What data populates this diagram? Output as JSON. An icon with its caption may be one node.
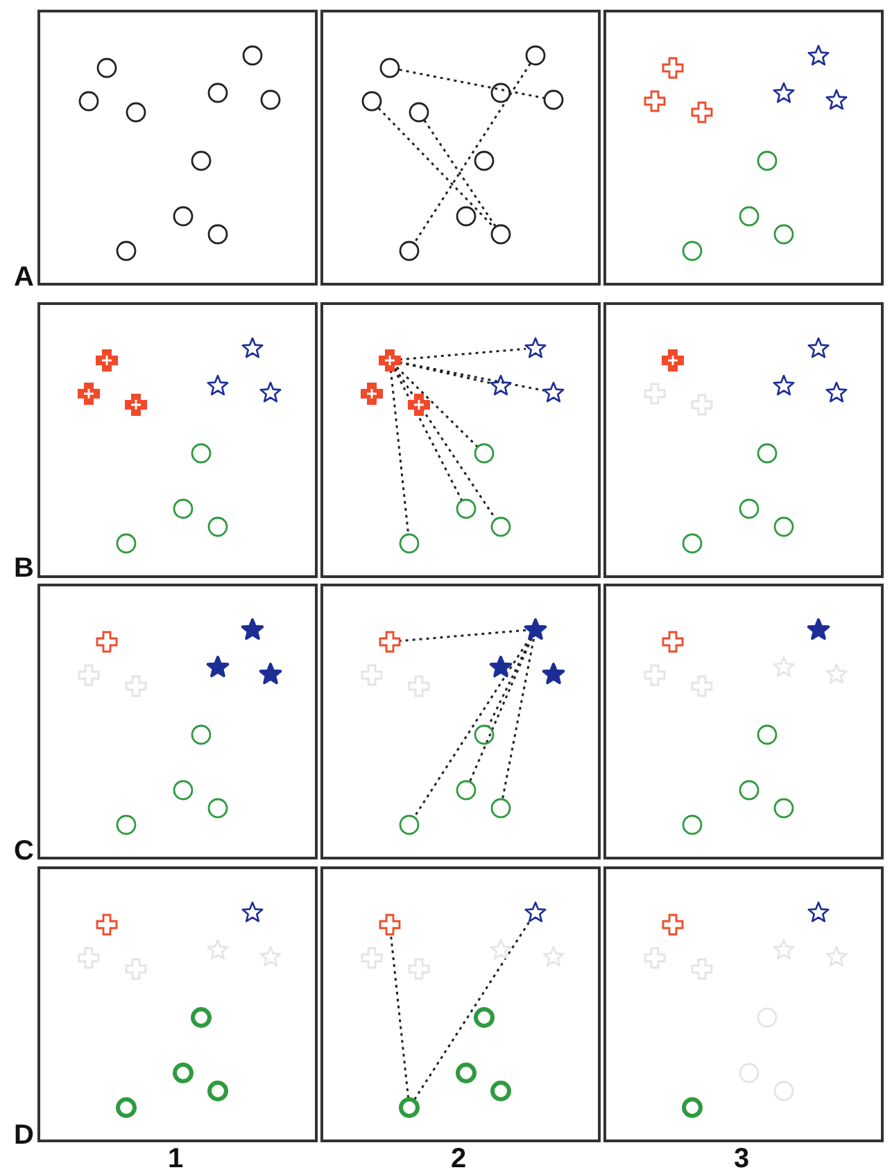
{
  "diagram": {
    "nodes": [
      {
        "text": [],
        "shape": "box"
      },
      {
        "text": [],
        "shape": "circle",
        "in": 0
      },
      {
        "text": [],
        "shape": "circle",
        "in": 0
      },
      {
        "text": [],
        "shape": "circle",
        "in": 0
      },
      {
        "text": [],
        "shape": "circle",
        "in": 0
      },
      {
        "text": [],
        "shape": "circle",
        "in": 0
      },
      {
        "text": [],
        "shape": "circle",
        "in": 0
      },
      {
        "text": [],
        "shape": "circle",
        "in": 0
      },
      {
        "text": [],
        "shape": "circle",
        "in": 0
      },
      {
        "text": [],
        "shape": "circle",
        "in": 0
      },
      {
        "text": [],
        "shape": "circle",
        "in": 0
      },
      {
        "text": [],
        "shape": "box"
      },
      {
        "text": [],
        "shape": "circle",
        "in": 11
      },
      {
        "text": [],
        "shape": "circle",
        "in": 11
      },
      {
        "text": [],
        "shape": "circle",
        "in": 11
      },
      {
        "text": [],
        "shape": "circle",
        "in": 11
      },
      {
        "text": [],
        "shape": "circle",
        "in": 11
      },
      {
        "text": [],
        "shape": "circle",
        "in": 11
      },
      {
        "text": [],
        "shape": "circle",
        "in": 11
      },
      {
        "text": [],
        "shape": "circle",
        "in": 11
      },
      {
        "text": [],
        "shape": "circle",
        "in": 11
      },
      {
        "text": [],
        "shape": "circle",
        "in": 11
      },
      {
        "text": [],
        "shape": "box"
      },
      {
        "text": [],
        "shape": "cross",
        "in": 22
      },
      {
        "text": [],
        "shape": "cross",
        "in": 22
      },
      {
        "text": [],
        "shape": "cross",
        "in": 22
      },
      {
        "text": [],
        "shape": "star",
        "in": 22
      },
      {
        "text": [],
        "shape": "star",
        "in": 22
      },
      {
        "text": [],
        "shape": "star",
        "in": 22
      },
      {
        "text": [],
        "shape": "circle",
        "in": 22
      },
      {
        "text": [],
        "shape": "circle",
        "in": 22
      },
      {
        "text": [],
        "shape": "circle",
        "in": 22
      },
      {
        "text": [],
        "shape": "circle",
        "in": 22
      },
      {
        "text": [],
        "shape": "box"
      },
      {
        "text": [],
        "shape": "cross",
        "in": 33
      },
      {
        "text": [],
        "shape": "cross",
        "in": 33
      },
      {
        "text": [],
        "shape": "cross",
        "in": 33
      },
      {
        "text": [],
        "shape": "star",
        "in": 33
      },
      {
        "text": [],
        "shape": "star",
        "in": 33
      },
      {
        "text": [],
        "shape": "star",
        "in": 33
      },
      {
        "text": [],
        "shape": "circle",
        "in": 33
      },
      {
        "text": [],
        "shape": "circle",
        "in": 33
      },
      {
        "text": [],
        "shape": "circle",
        "in": 33
      },
      {
        "text": [],
        "shape": "circle",
        "in": 33
      },
      {
        "text": [],
        "shape": "box"
      },
      {
        "text": [],
        "shape": "cross",
        "in": 44
      },
      {
        "text": [],
        "shape": "cross",
        "in": 44
      },
      {
        "text": [],
        "shape": "cross",
        "in": 44
      },
      {
        "text": [],
        "shape": "star",
        "in": 44
      },
      {
        "text": [],
        "shape": "star",
        "in": 44
      },
      {
        "text": [],
        "shape": "star",
        "in": 44
      },
      {
        "text": [],
        "shape": "circle",
        "in": 44
      },
      {
        "text": [],
        "shape": "circle",
        "in": 44
      },
      {
        "text": [],
        "shape": "circle",
        "in": 44
      },
      {
        "text": [],
        "shape": "circle",
        "in": 44
      },
      {
        "text": [],
        "shape": "box"
      },
      {
        "text": [],
        "shape": "cross",
        "in": 55
      },
      {
        "text": [],
        "shape": "cross",
        "in": 55
      },
      {
        "text": [],
        "shape": "cross",
        "in": 55
      },
      {
        "text": [],
        "shape": "star",
        "in": 55
      },
      {
        "text": [],
        "shape": "star",
        "in": 55
      },
      {
        "text": [],
        "shape": "star",
        "in": 55
      },
      {
        "text": [],
        "shape": "circle",
        "in": 55
      },
      {
        "text": [],
        "shape": "circle",
        "in": 55
      },
      {
        "text": [],
        "shape": "circle",
        "in": 55
      },
      {
        "text": [],
        "shape": "circle",
        "in": 55
      },
      {
        "text": [],
        "shape": "box"
      },
      {
        "text": [],
        "shape": "cross",
        "in": 66
      },
      {
        "text": [],
        "shape": "cross",
        "in": 66
      },
      {
        "text": [],
        "shape": "cross",
        "in": 66
      },
      {
        "text": [],
        "shape": "star",
        "in": 66
      },
      {
        "text": [],
        "shape": "star",
        "in": 66
      },
      {
        "text": [],
        "shape": "star",
        "in": 66
      },
      {
        "text": [],
        "shape": "circle",
        "in": 66
      },
      {
        "text": [],
        "shape": "circle",
        "in": 66
      },
      {
        "text": [],
        "shape": "circle",
        "in": 66
      },
      {
        "text": [],
        "shape": "circle",
        "in": 66
      },
      {
        "text": [],
        "shape": "box"
      },
      {
        "text": [],
        "shape": "cross",
        "in": 77
      },
      {
        "text": [],
        "shape": "cross",
        "in": 77
      },
      {
        "text": [],
        "shape": "cross",
        "in": 77
      },
      {
        "text": [],
        "shape": "star",
        "in": 77
      },
      {
        "text": [],
        "shape": "star",
        "in": 77
      },
      {
        "text": [],
        "shape": "star",
        "in": 77
      },
      {
        "text": [],
        "shape": "circle",
        "in": 77
      },
      {
        "text": [],
        "shape": "circle",
        "in": 77
      },
      {
        "text": [],
        "shape": "circle",
        "in": 77
      },
      {
        "text": [],
        "shape": "circle",
        "in": 77
      },
      {
        "text": [],
        "shape": "box"
      },
      {
        "text": [],
        "shape": "cross",
        "in": 88
      },
      {
        "text": [],
        "shape": "cross",
        "in": 88
      },
      {
        "text": [],
        "shape": "cross",
        "in": 88
      },
      {
        "text": [],
        "shape": "star",
        "in": 88
      },
      {
        "text": [],
        "shape": "star",
        "in": 88
      },
      {
        "text": [],
        "shape": "star",
        "in": 88
      },
      {
        "text": [],
        "shape": "circle",
        "in": 88
      },
      {
        "text": [],
        "shape": "circle",
        "in": 88
      },
      {
        "text": [],
        "shape": "circle",
        "in": 88
      },
      {
        "text": [],
        "shape": "circle",
        "in": 88
      },
      {
        "text": [],
        "shape": "box"
      },
      {
        "text": [],
        "shape": "cross",
        "in": 99
      },
      {
        "text": [],
        "shape": "cross",
        "in": 99
      },
      {
        "text": [],
        "shape": "cross",
        "in": 99
      },
      {
        "text": [],
        "shape": "star",
        "in": 99
      },
      {
        "text": [],
        "shape": "star",
        "in": 99
      },
      {
        "text": [],
        "shape": "star",
        "in": 99
      },
      {
        "text": [],
        "shape": "circle",
        "in": 99
      },
      {
        "text": [],
        "shape": "circle",
        "in": 99
      },
      {
        "text": [],
        "shape": "circle",
        "in": 99
      },
      {
        "text": [],
        "shape": "circle",
        "in": 99
      },
      {
        "text": [],
        "shape": "box"
      },
      {
        "text": [],
        "shape": "cross",
        "in": 110
      },
      {
        "text": [],
        "shape": "cross",
        "in": 110
      },
      {
        "text": [],
        "shape": "cross",
        "in": 110
      },
      {
        "text": [],
        "shape": "star",
        "in": 110
      },
      {
        "text": [],
        "shape": "star",
        "in": 110
      },
      {
        "text": [],
        "shape": "star",
        "in": 110
      },
      {
        "text": [],
        "shape": "circle",
        "in": 110
      },
      {
        "text": [],
        "shape": "circle",
        "in": 110
      },
      {
        "text": [],
        "shape": "circle",
        "in": 110
      },
      {
        "text": [],
        "shape": "circle",
        "in": 110
      },
      {
        "text": [],
        "shape": "box"
      },
      {
        "text": [],
        "shape": "cross",
        "in": 121
      },
      {
        "text": [],
        "shape": "cross",
        "in": 121
      },
      {
        "text": [],
        "shape": "cross",
        "in": 121
      },
      {
        "text": [],
        "shape": "star",
        "in": 121
      },
      {
        "text": [],
        "shape": "star",
        "in": 121
      },
      {
        "text": [],
        "shape": "star",
        "in": 121
      },
      {
        "text": [],
        "shape": "circle",
        "in": 121
      },
      {
        "text": [],
        "shape": "circle",
        "in": 121
      },
      {
        "text": [],
        "shape": "circle",
        "in": 121
      },
      {
        "text": [],
        "shape": "circle",
        "in": 121
      }
    ],
    "edges": [
      {
        "from": 12,
        "to": 17,
        "arrow": "none",
        "style": "dashed"
      },
      {
        "from": 13,
        "to": 20,
        "arrow": "none",
        "style": "dashed"
      },
      {
        "from": 14,
        "to": 20,
        "arrow": "none",
        "style": "dashed"
      },
      {
        "from": 16,
        "to": 21,
        "arrow": "none",
        "style": "dashed"
      },
      {
        "from": 45,
        "to": 49,
        "arrow": "none",
        "style": "dashed"
      },
      {
        "from": 45,
        "to": 48,
        "arrow": "none",
        "style": "dashed"
      },
      {
        "from": 45,
        "to": 50,
        "arrow": "none",
        "style": "dashed"
      },
      {
        "from": 45,
        "to": 51,
        "arrow": "none",
        "style": "dashed"
      },
      {
        "from": 45,
        "to": 52,
        "arrow": "none",
        "style": "dashed"
      },
      {
        "from": 45,
        "to": 53,
        "arrow": "none",
        "style": "dashed"
      },
      {
        "from": 45,
        "to": 54,
        "arrow": "none",
        "style": "dashed"
      },
      {
        "from": 82,
        "to": 78,
        "arrow": "none",
        "style": "dashed"
      },
      {
        "from": 82,
        "to": 87,
        "arrow": "none",
        "style": "dashed"
      },
      {
        "from": 82,
        "to": 84,
        "arrow": "none",
        "style": "dashed"
      },
      {
        "from": 82,
        "to": 85,
        "arrow": "none",
        "style": "dashed"
      },
      {
        "from": 82,
        "to": 86,
        "arrow": "none",
        "style": "dashed"
      },
      {
        "from": 120,
        "to": 111,
        "arrow": "none",
        "style": "dashed"
      },
      {
        "from": 120,
        "to": 115,
        "arrow": "none",
        "style": "dashed"
      }
    ],
    "labels": [
      "A",
      "B",
      "C",
      "D",
      "1",
      "2",
      "3"
    ]
  }
}
